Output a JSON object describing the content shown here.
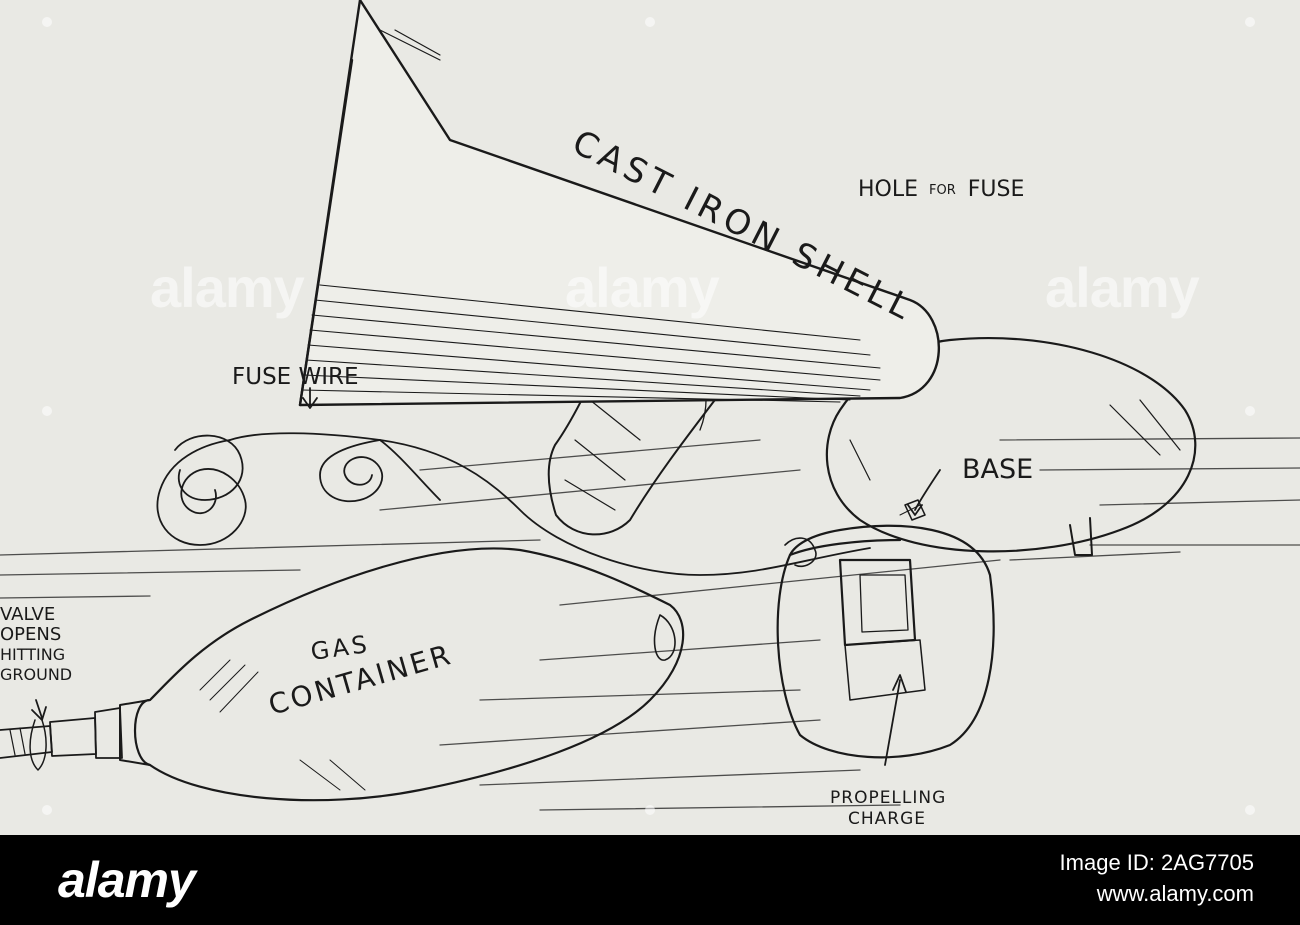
{
  "labels": {
    "shell": "CAST IRON SHELL",
    "hole_prefix": "HOLE",
    "hole_small": "FOR",
    "hole_suffix": "FUSE",
    "fuse_wire": "FUSE WIRE",
    "base": "BASE",
    "gas_line1": "GAS",
    "gas_line2": "CONTAINER",
    "valve_lines": [
      "VALVE",
      "OPENS",
      "HITTING",
      "GROUND"
    ],
    "propelling_line1": "PROPELLING",
    "propelling_line2": "CHARGE"
  },
  "footer": {
    "brand": "alamy",
    "image_id_line": "Image ID: 2AG7705",
    "site": "www.alamy.com"
  },
  "watermark": {
    "text": "alamy"
  },
  "colors": {
    "paper": "#e9e9e4",
    "ink": "#1a1a1a",
    "footer_bg": "#000000"
  }
}
